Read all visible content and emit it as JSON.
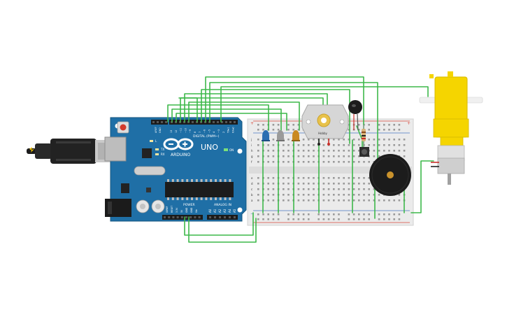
{
  "board": {
    "brand": "ARDUINO",
    "model": "UNO",
    "digital_label": "DIGITAL (PWM~)",
    "power_label": "POWER",
    "analog_label": "ANALOG IN",
    "on_label": "ON",
    "tx_label": "TX",
    "rx_label": "RX",
    "l_label": "L",
    "digital_pins": [
      "13",
      "12",
      "~11",
      "~10",
      "~9",
      "8",
      "7",
      "~6",
      "~5",
      "4",
      "~3",
      "2",
      "TX▸1",
      "RX◂0"
    ],
    "top_pins_left": [
      "AREF",
      "GND"
    ],
    "power_pins": [
      "IOREF",
      "RESET",
      "3.3V",
      "5V",
      "GND",
      "GND",
      "Vin"
    ],
    "analog_pins": [
      "A0",
      "A1",
      "A2",
      "A3",
      "A4",
      "A5"
    ]
  },
  "breadboard": {
    "row_letters_top": [
      "j",
      "i",
      "h",
      "g",
      "f"
    ],
    "row_letters_bottom": [
      "e",
      "d",
      "c",
      "b",
      "a"
    ]
  },
  "motor": {
    "label": "Hobby"
  },
  "colors": {
    "wire": "#3db84a",
    "board": "#1f6fa6",
    "board_dark": "#16567f",
    "breadboard": "#ebebeb",
    "gear_motor": "#f5d500",
    "rail_red": "#d9483b",
    "rail_blue": "#4a78c2"
  }
}
